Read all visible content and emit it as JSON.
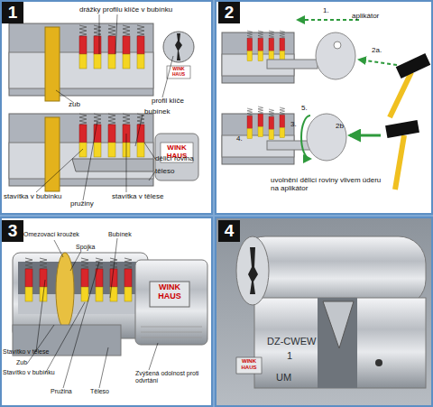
{
  "diagram": {
    "nodes": [
      {
        "text": [
          "1"
        ]
      },
      {
        "text": [
          "2"
        ]
      },
      {
        "text": [
          "3"
        ]
      },
      {
        "text": [
          "4"
        ]
      }
    ],
    "labels": [
      "drážky profilu klíče v bubínku",
      "zub",
      "profil klíče",
      "WINK HAUS",
      "bubínek",
      "WINK HAUS",
      "dělicí rovina",
      "těleso",
      "stavítka v bubínku",
      "pružiny",
      "stavítka v tělese",
      "1.",
      "aplikátor",
      "2a.",
      "5.",
      "3.",
      "4.",
      "2b",
      "uvolnění dělicí roviny vlivem úderu na aplikátor",
      "Omezovací kroužek",
      "Spojka",
      "Bubínek",
      "WINK HAUS",
      "Stavítko v tělese",
      "Zub",
      "Stavítko v bubínku",
      "Pružina",
      "Těleso",
      "Zvýšená odolnost proti odvrtání",
      "DZ-CWEW",
      "1",
      "WINK HAUS",
      "UM"
    ]
  }
}
